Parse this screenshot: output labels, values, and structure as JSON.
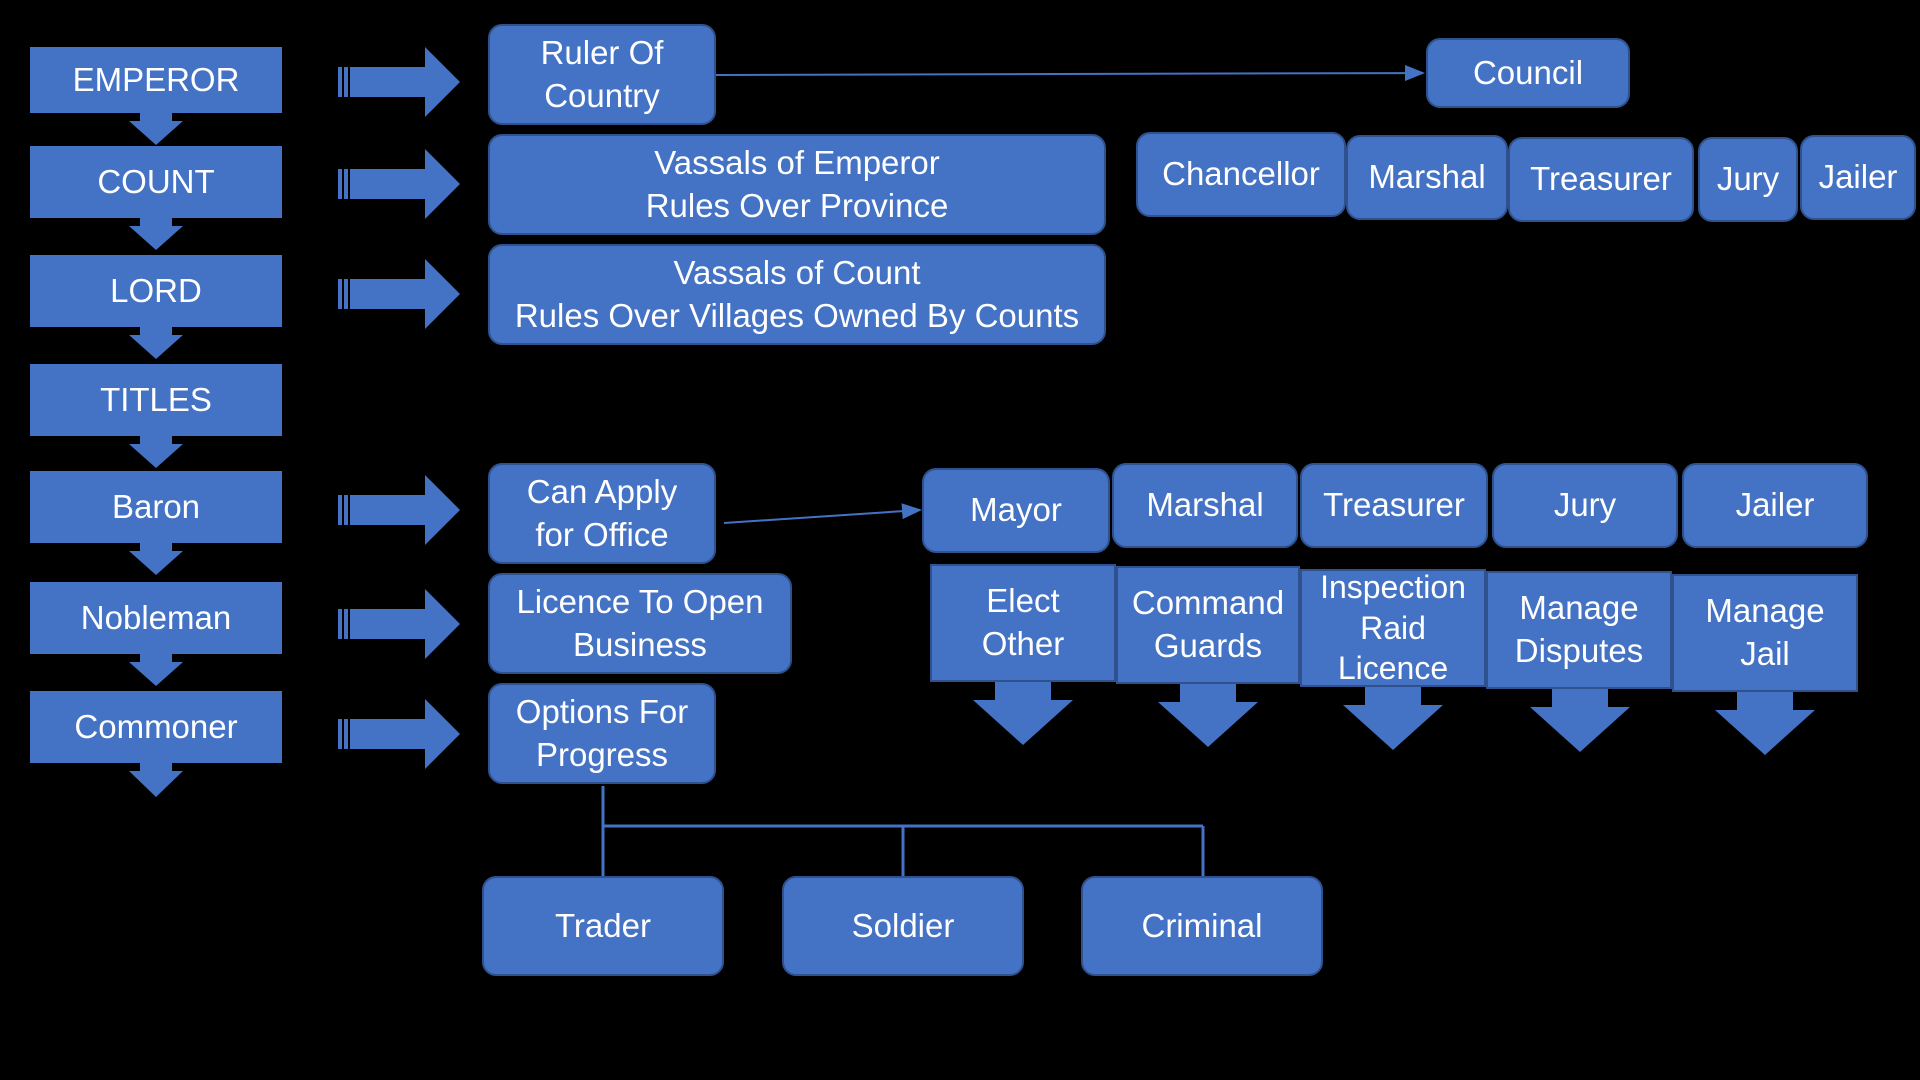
{
  "colors": {
    "background": "#000000",
    "box_fill": "#4472C4",
    "box_border": "#2F528F",
    "text": "#FFFFFF"
  },
  "hierarchy": [
    "EMPEROR",
    "COUNT",
    "LORD",
    "TITLES",
    "Baron",
    "Nobleman",
    "Commoner"
  ],
  "descriptions": {
    "emperor": "Ruler Of\nCountry",
    "count": "Vassals of Emperor\nRules Over Province",
    "lord": "Vassals of Count\nRules Over Villages Owned By Counts",
    "baron": "Can Apply\nfor Office",
    "nobleman": "Licence To Open\nBusiness",
    "commoner": "Options For\nProgress"
  },
  "council": {
    "title": "Council",
    "members": [
      "Chancellor",
      "Marshal",
      "Treasurer",
      "Jury",
      "Jailer"
    ]
  },
  "offices": {
    "titles": [
      "Mayor",
      "Marshal",
      "Treasurer",
      "Jury",
      "Jailer"
    ],
    "duties": [
      "Elect\nOther",
      "Command\nGuards",
      "Inspection\nRaid\nLicence",
      "Manage\nDisputes",
      "Manage\nJail"
    ]
  },
  "progress_options": [
    "Trader",
    "Soldier",
    "Criminal"
  ]
}
